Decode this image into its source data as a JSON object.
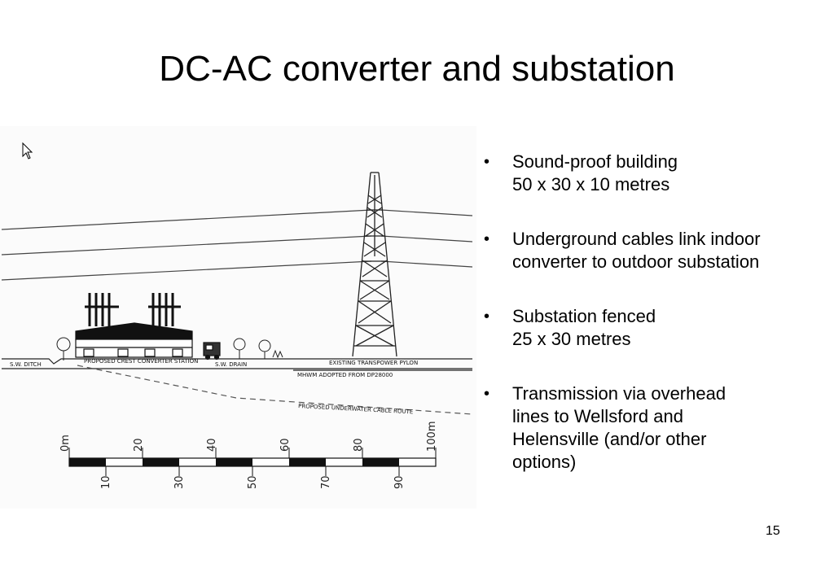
{
  "slide": {
    "title": "DC-AC converter and substation",
    "page_number": "15"
  },
  "bullets": [
    {
      "lines": [
        "Sound-proof building",
        "50 x 30 x 10 metres"
      ]
    },
    {
      "lines": [
        "Underground cables link indoor",
        "converter to outdoor substation"
      ]
    },
    {
      "lines": [
        "Substation fenced",
        "25 x 30 metres"
      ]
    },
    {
      "lines": [
        "Transmission via overhead",
        "lines to Wellsford and",
        "Helensville (and/or other",
        "options)"
      ]
    }
  ],
  "drawing": {
    "labels": {
      "sw_ditch": "S.W. DITCH",
      "converter_station": "PROPOSED CREST CONVERTER STATION",
      "sw_drain": "S.W. DRAIN",
      "pylon": "EXISTING TRANSPOWER PYLON",
      "mhwm": "MHWM ADOPTED FROM DP28000",
      "cable_route": "PROPOSED UNDERWATER CABLE ROUTE"
    },
    "scale_top": [
      "0m",
      "20",
      "40",
      "60",
      "80",
      "100m"
    ],
    "scale_bottom": [
      "10",
      "30",
      "50",
      "70",
      "90"
    ]
  }
}
